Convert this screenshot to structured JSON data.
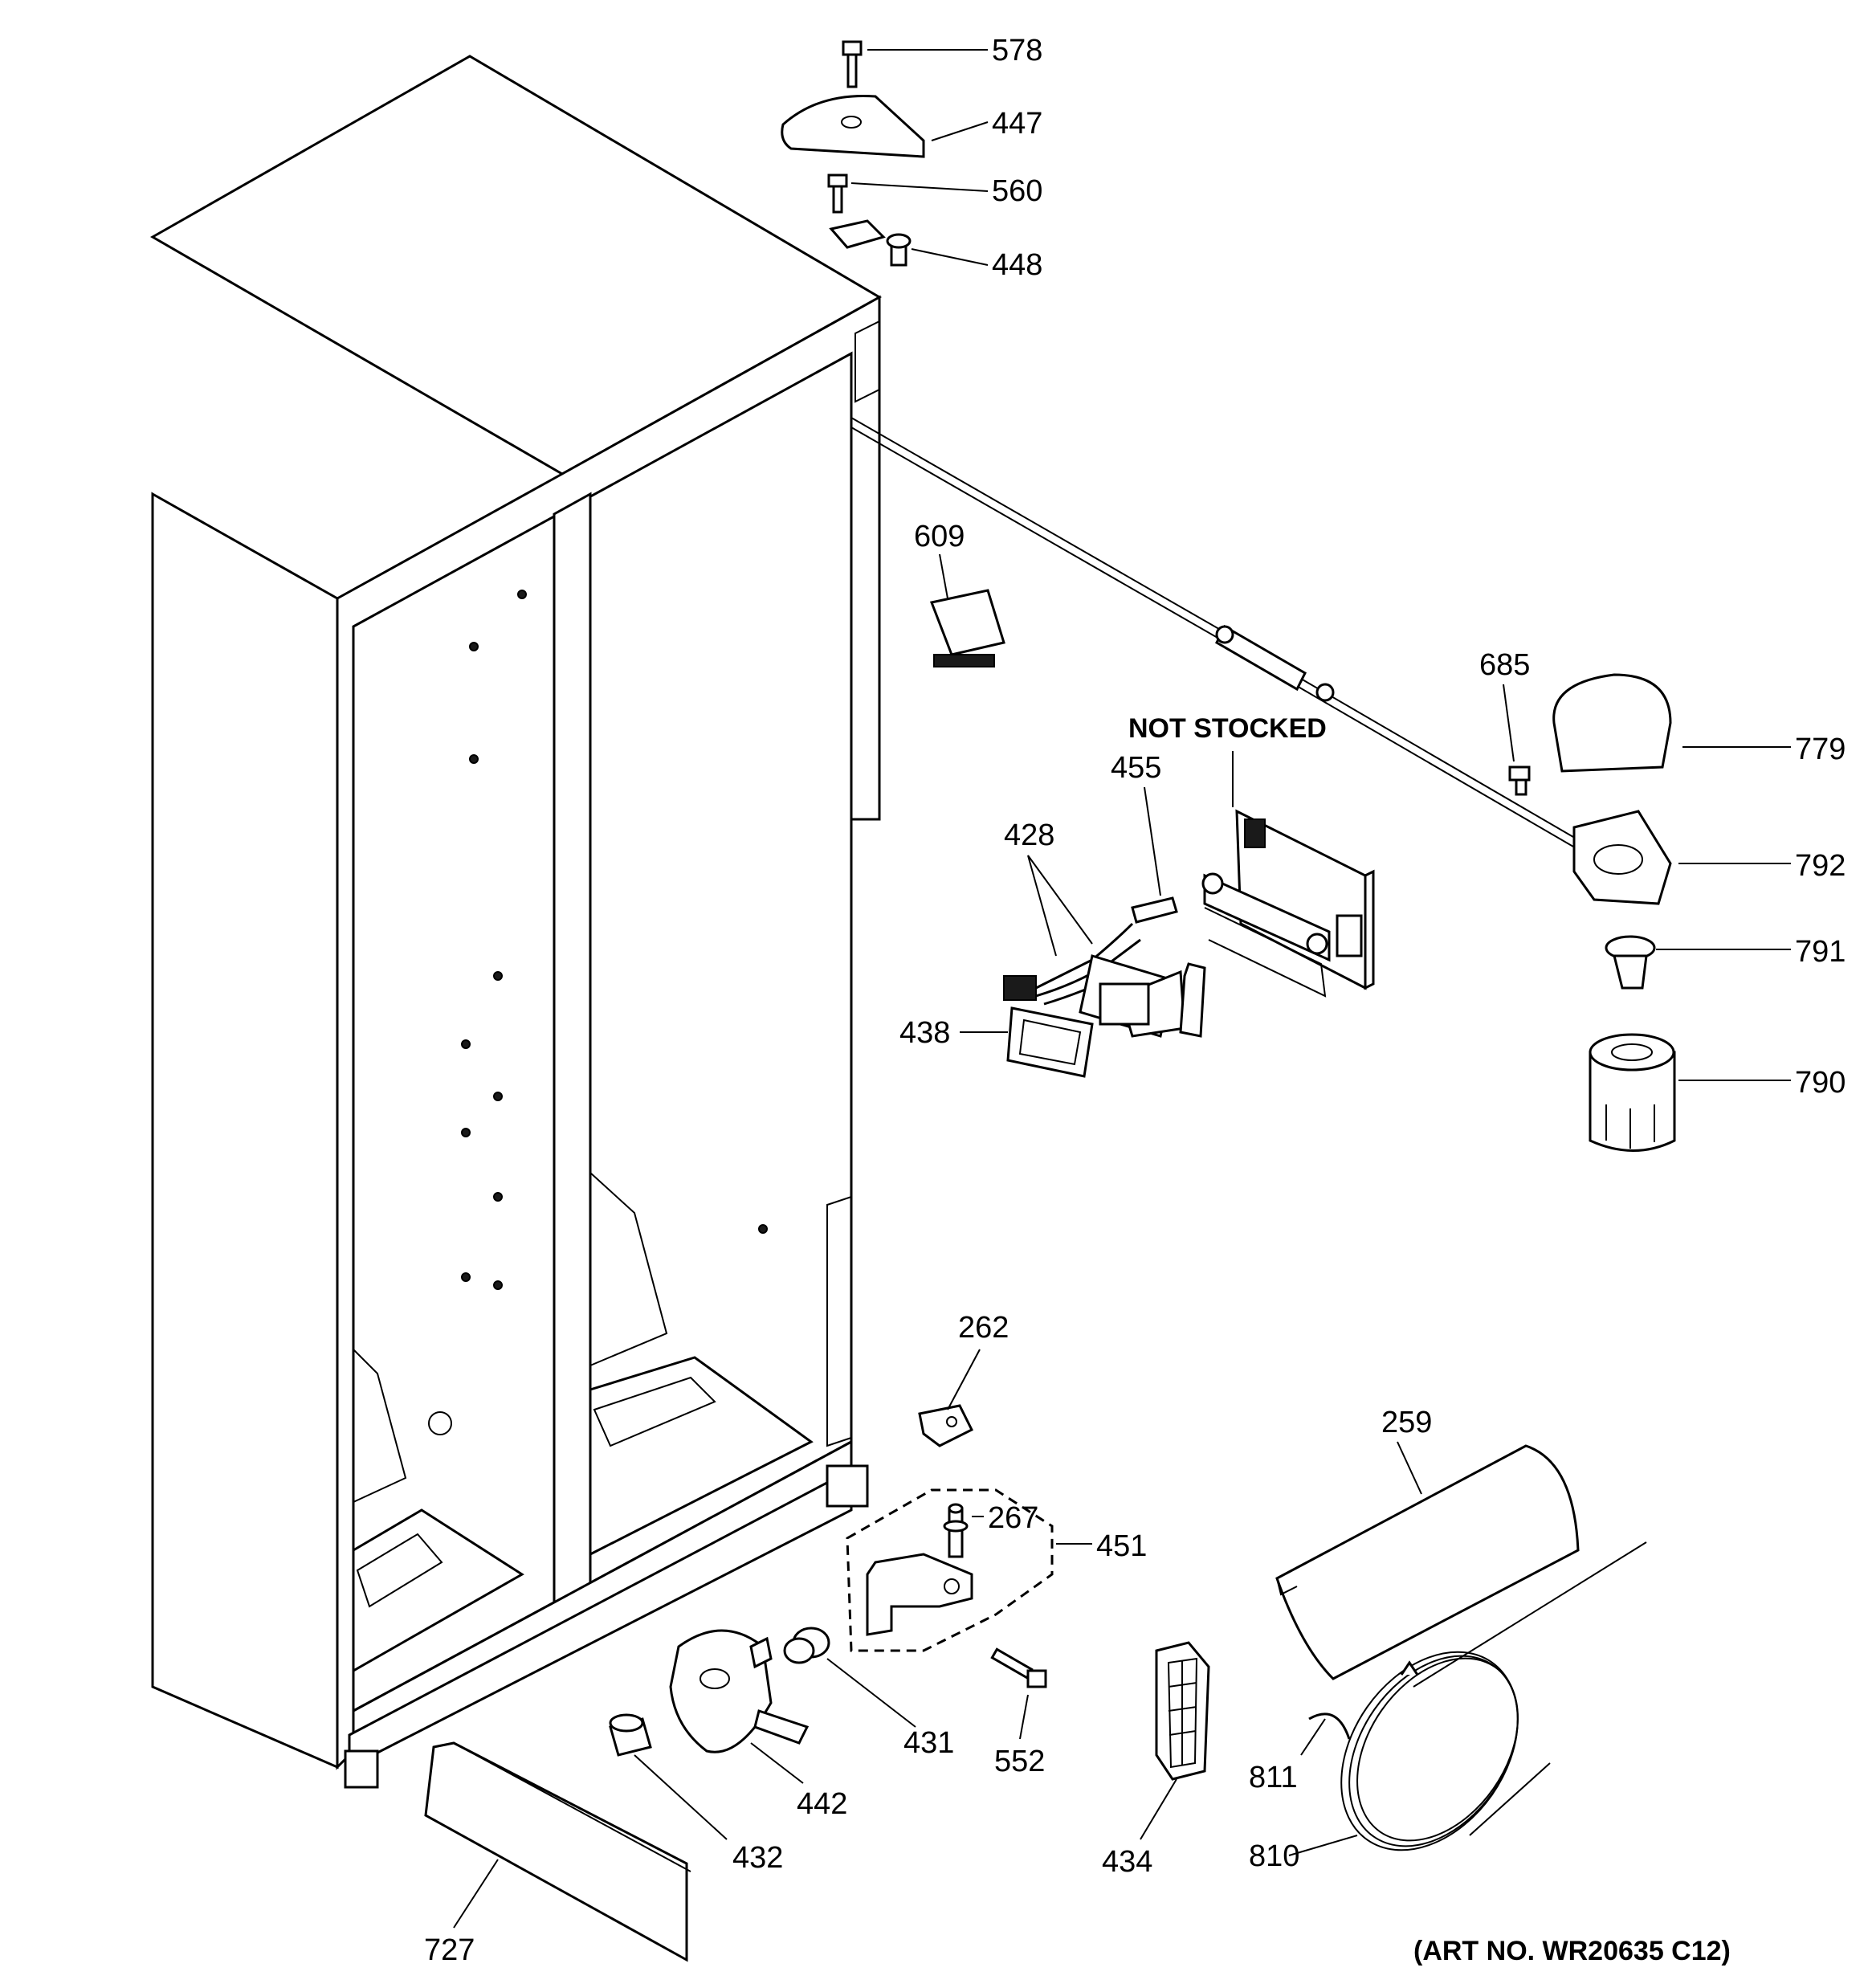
{
  "diagram": {
    "caption_bold": "NOT STOCKED",
    "art_number": "(ART NO. WR20635 C12)"
  },
  "parts": [
    {
      "id": "p578",
      "number": "578"
    },
    {
      "id": "p447",
      "number": "447"
    },
    {
      "id": "p560",
      "number": "560"
    },
    {
      "id": "p448",
      "number": "448"
    },
    {
      "id": "p609",
      "number": "609"
    },
    {
      "id": "p685",
      "number": "685"
    },
    {
      "id": "p779",
      "number": "779"
    },
    {
      "id": "p455",
      "number": "455"
    },
    {
      "id": "p428",
      "number": "428"
    },
    {
      "id": "p792",
      "number": "792"
    },
    {
      "id": "p791",
      "number": "791"
    },
    {
      "id": "p438",
      "number": "438"
    },
    {
      "id": "p790",
      "number": "790"
    },
    {
      "id": "p262",
      "number": "262"
    },
    {
      "id": "p259",
      "number": "259"
    },
    {
      "id": "p267",
      "number": "267"
    },
    {
      "id": "p451",
      "number": "451"
    },
    {
      "id": "p431",
      "number": "431"
    },
    {
      "id": "p552",
      "number": "552"
    },
    {
      "id": "p811",
      "number": "811"
    },
    {
      "id": "p442",
      "number": "442"
    },
    {
      "id": "p432",
      "number": "432"
    },
    {
      "id": "p434",
      "number": "434"
    },
    {
      "id": "p810",
      "number": "810"
    },
    {
      "id": "p727",
      "number": "727"
    }
  ]
}
